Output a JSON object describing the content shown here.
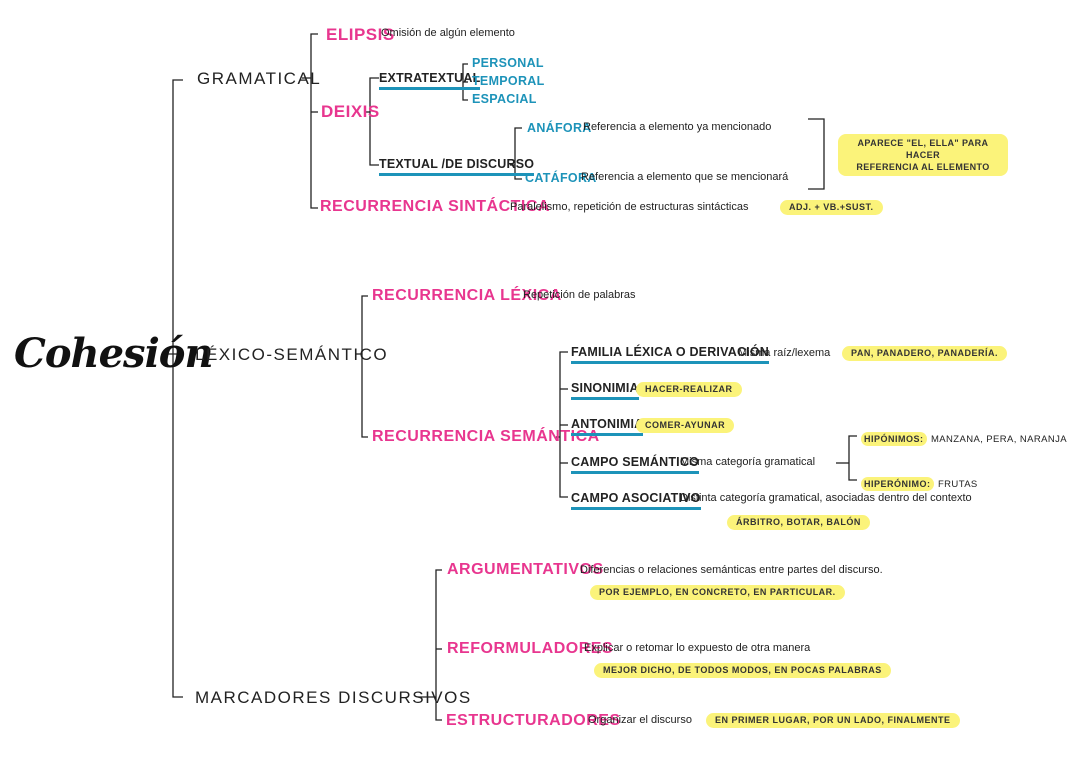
{
  "title": "Cohesión",
  "categories": {
    "gramatical": "GRAMATICAL",
    "lexico": "LÉXICO-SEMÁNTICO",
    "marcadores": "MARCADORES DISCURSIVOS"
  },
  "gramatical": {
    "elipsis": {
      "label": "ELIPSIS",
      "desc": "Omisión de algún elemento"
    },
    "deixis": {
      "label": "DEIXIS",
      "extratextual": {
        "label": "EXTRATEXTUAL",
        "items": [
          "PERSONAL",
          "TEMPORAL",
          "ESPACIAL"
        ]
      },
      "textual": {
        "label": "TEXTUAL /DE DISCURSO",
        "anafora": {
          "label": "ANÁFORA",
          "desc": "Referencia a elemento ya mencionado"
        },
        "catafora": {
          "label": "CATÁFORA",
          "desc": "Referencia a elemento que se mencionará"
        },
        "note_line1": "APARECE \"EL, ELLA\" PARA HACER",
        "note_line2": "REFERENCIA AL ELEMENTO"
      }
    },
    "recurrencia": {
      "label": "RECURRENCIA SINTÁCTICA",
      "desc": "Paralelismo, repetición de estructuras sintácticas",
      "example": "ADJ. + VB.+SUST."
    }
  },
  "lexico": {
    "recurrencia_lexica": {
      "label": "RECURRENCIA LÉXICA",
      "desc": "Repetición de palabras"
    },
    "recurrencia_semantica": {
      "label": "RECURRENCIA SEMÁNTICA",
      "familia": {
        "label": "FAMILIA LÉXICA O DERIVACIÓN",
        "desc": "Misma raíz/lexema",
        "example": "PAN, PANADERO, PANADERÍA."
      },
      "sinonimia": {
        "label": "SINONIMIA",
        "example": "HACER-REALIZAR"
      },
      "antonimia": {
        "label": "ANTONIMIA",
        "example": "COMER-AYUNAR"
      },
      "campo_semantico": {
        "label": "CAMPO SEMÁNTICO",
        "desc": "Misma categoría gramatical",
        "hiponimos_label": "HIPÓNIMOS:",
        "hiponimos": "MANZANA, PERA, NARANJA",
        "hiperonimo_label": "HIPERÓNIMO:",
        "hiperonimo": "FRUTAS"
      },
      "campo_asociativo": {
        "label": "CAMPO ASOCIATIVO",
        "desc": "Distinta categoría gramatical, asociadas dentro del contexto",
        "example": "ÁRBITRO, BOTAR, BALÓN"
      }
    }
  },
  "marcadores": {
    "argumentativos": {
      "label": "ARGUMENTATIVOS",
      "desc": "Diferencias o relaciones semánticas entre partes del discurso.",
      "example": "POR EJEMPLO, EN CONCRETO, EN PARTICULAR."
    },
    "reformuladores": {
      "label": "REFORMULADORES",
      "desc": "Explicar o retomar lo expuesto de otra manera",
      "example": "MEJOR DICHO, DE TODOS MODOS, EN POCAS PALABRAS"
    },
    "estructuradores": {
      "label": "ESTRUCTURADORES",
      "desc": "Organizar el discurso",
      "example": "EN PRIMER LUGAR, POR UN LADO, FINALMENTE"
    }
  }
}
